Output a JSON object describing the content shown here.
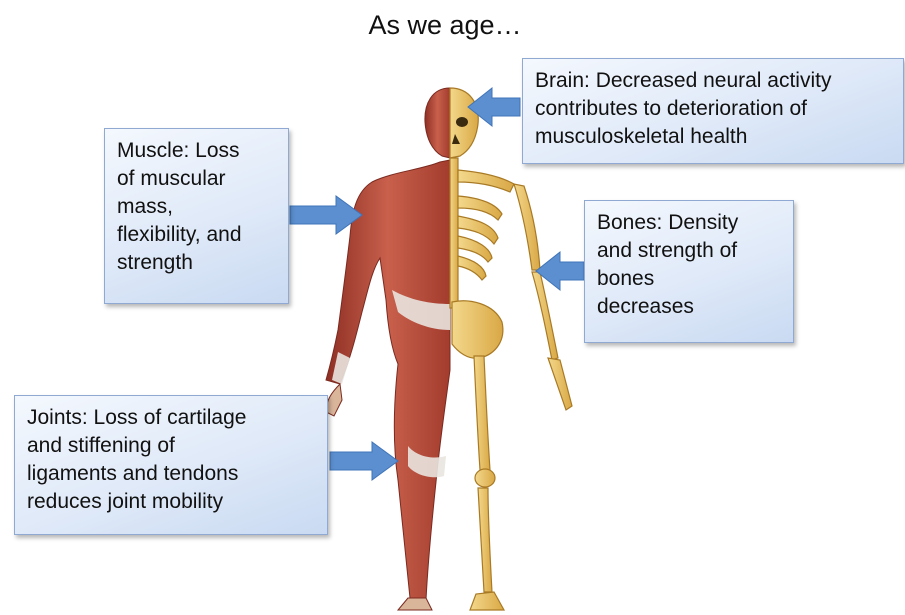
{
  "title": "As we age…",
  "callouts": {
    "brain": {
      "lines": [
        "Brain: Decreased neural activity",
        "contributes to deterioration of",
        "musculoskeletal health"
      ]
    },
    "muscle": {
      "lines": [
        "Muscle: Loss",
        "of muscular",
        "mass,",
        "flexibility, and",
        "strength"
      ]
    },
    "bones": {
      "lines": [
        "Bones: Density",
        "and strength of",
        "bones",
        "decreases"
      ]
    },
    "joints": {
      "lines": [
        "Joints: Loss of cartilage",
        "and stiffening of",
        "ligaments and tendons",
        "reduces joint mobility"
      ]
    }
  },
  "colors": {
    "muscle": "#b54a3a",
    "bone": "#e8c26a",
    "arrow": "#5b8fcf",
    "callout_border": "#8fa9d3"
  }
}
